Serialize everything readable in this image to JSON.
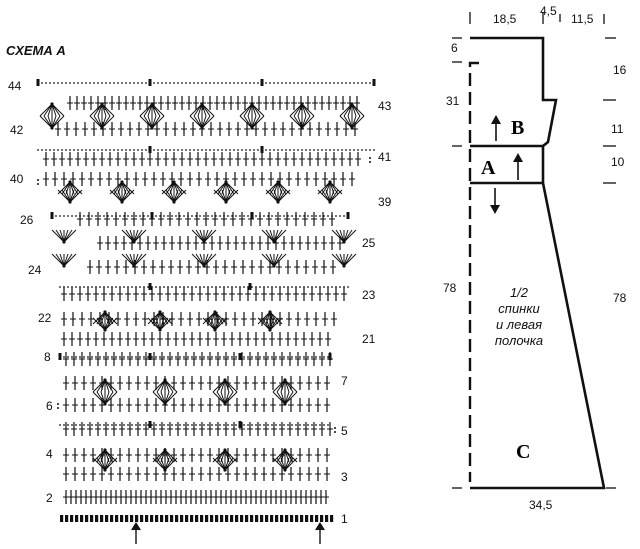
{
  "schema": {
    "title": "СХЕМА А",
    "row_labels_left": [
      "44",
      "42",
      "40",
      "26",
      "24",
      "22",
      "8",
      "6",
      "4",
      "2"
    ],
    "row_labels_right": [
      "43",
      "41",
      "39",
      "25",
      "23",
      "21",
      "7",
      "5",
      "3",
      "1"
    ]
  },
  "pattern": {
    "piece_label_lines": [
      "1/2",
      "спинки",
      "и левая",
      "полочка"
    ],
    "zone_labels": {
      "a": "A",
      "b": "B",
      "c": "C"
    },
    "dims": {
      "top_left": "18,5",
      "top_mid": "4,5",
      "top_right": "11,5",
      "left_top": "6",
      "left_upper": "31",
      "left_long": "78",
      "right_16": "16",
      "right_11": "11",
      "right_10": "10",
      "right_long": "78",
      "bottom": "34,5"
    }
  }
}
